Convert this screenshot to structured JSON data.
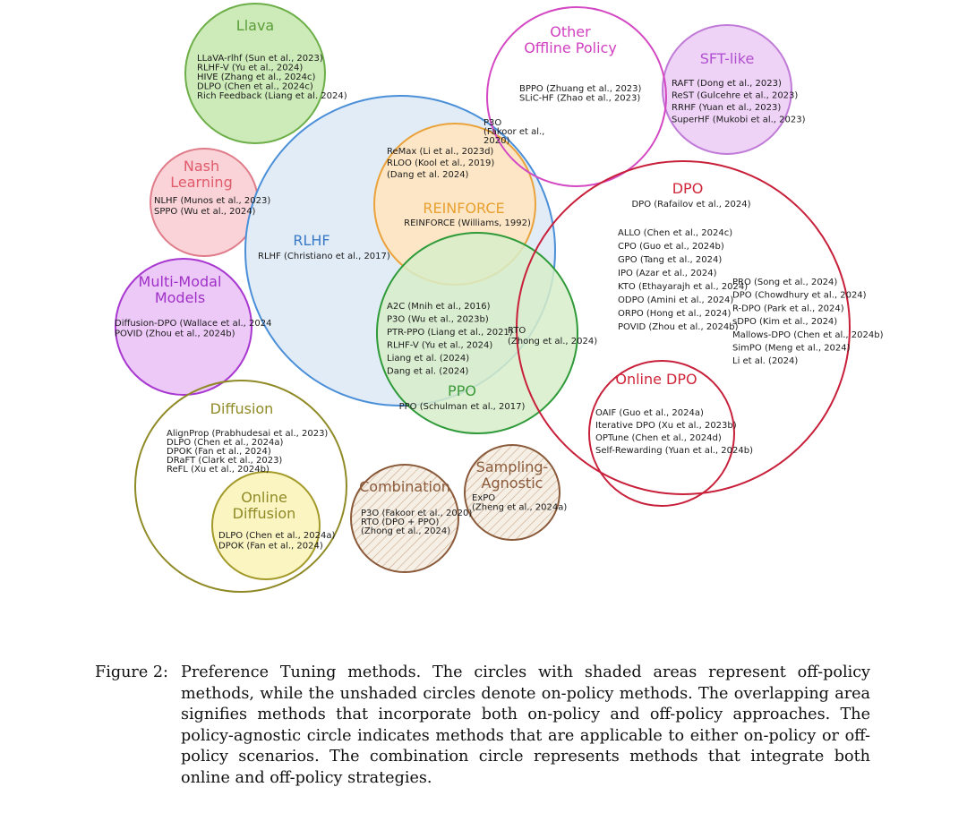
{
  "circles": [
    {
      "id": "llava",
      "title": "Llava",
      "title_color": "#5a9e3a",
      "items": [
        "LLaVA-rlhf (Sun et al., 2023)",
        "RLHF-V (Yu et al., 2024)",
        "HIVE (Zhang et al., 2024c)",
        "DLPO (Chen et al., 2024c)",
        "Rich Feedback (Liang et al. 2024)"
      ]
    },
    {
      "id": "other-offline",
      "title": [
        "Other",
        "Offline Policy"
      ],
      "title_color": "#d23fc0",
      "items": [
        "BPPO (Zhuang et al., 2023)",
        "SLiC-HF (Zhao et al., 2023)"
      ]
    },
    {
      "id": "sft-like",
      "title": "SFT-like",
      "title_color": "#b04fd0",
      "items": [
        "RAFT (Dong et al., 2023)",
        "ReST (Gulcehre et al., 2023)",
        "RRHF (Yuan et al., 2023)",
        "SuperHF (Mukobi et al., 2023)"
      ]
    },
    {
      "id": "nash",
      "title": [
        "Nash",
        "Learning"
      ],
      "title_color": "#e05a6a",
      "items": [
        "NLHF (Munos et al., 2023)",
        "SPPO (Wu et al., 2024)"
      ]
    },
    {
      "id": "rlhf",
      "title": "RLHF",
      "title_color": "#3a7bc8",
      "items": [
        "RLHF (Christiano et al., 2017)"
      ]
    },
    {
      "id": "reinforce",
      "title": "REINFORCE",
      "title_color": "#e8a030",
      "items": [
        "REINFORCE (Williams, 1992)"
      ],
      "extra": [
        "ReMax (Li et al., 2023d)",
        "RLOO (Kool et al., 2019)",
        "(Dang et al. 2024)"
      ]
    },
    {
      "id": "p3o-top",
      "items": [
        "P3O",
        "(Fakoor et al.,",
        "2020)"
      ]
    },
    {
      "id": "multimodal",
      "title": [
        "Multi-Modal",
        "Models"
      ],
      "title_color": "#a030c8",
      "items": [
        "Diffusion-DPO (Wallace et al., 2024",
        "POVID (Zhou et al., 2024b)"
      ]
    },
    {
      "id": "ppo",
      "title": "PPO",
      "title_color": "#3a9a3a",
      "items": [
        "PPO (Schulman et al., 2017)"
      ],
      "extra": [
        "A2C (Mnih et al., 2016)",
        "P3O (Wu et al., 2023b)",
        "PTR-PPO (Liang et al., 2021)",
        "RLHF-V (Yu et al., 2024)",
        "Liang et al. (2024)",
        "Dang et al. (2024)"
      ]
    },
    {
      "id": "rto",
      "items": [
        "RTO",
        "(Zhong et al., 2024)"
      ]
    },
    {
      "id": "dpo",
      "title": "DPO",
      "title_color": "#d0263a",
      "items": [
        "DPO (Rafailov et al., 2024)"
      ],
      "left_list": [
        "ALLO (Chen et al., 2024c)",
        "CPO (Guo et al., 2024b)",
        "GPO (Tang et al., 2024)",
        "IPO (Azar et al., 2024)",
        "KTO (Ethayarajh et al., 2024)",
        "ODPO (Amini et al., 2024)",
        "ORPO (Hong et al., 2024)",
        "POVID (Zhou et al., 2024b)"
      ],
      "right_list": [
        "PRO (Song et al., 2024)",
        "DPO (Chowdhury et al., 2024)",
        "R-DPO (Park et al., 2024)",
        "sDPO (Kim et al., 2024)",
        "Mallows-DPO (Chen et al., 2024b)",
        "SimPO (Meng et al., 2024)",
        "Li et al. (2024)"
      ]
    },
    {
      "id": "online-dpo",
      "title": "Online DPO",
      "title_color": "#d0263a",
      "items": [
        "OAIF (Guo et al., 2024a)",
        "Iterative DPO (Xu et al., 2023b)",
        "OPTune (Chen et al., 2024d)",
        "Self-Rewarding (Yuan et al., 2024b)"
      ]
    },
    {
      "id": "diffusion",
      "title": "Diffusion",
      "title_color": "#8f8a26",
      "items": [
        "AlignProp (Prabhudesai et al., 2023)",
        "DLPO (Chen et al., 2024a)",
        "DPOK (Fan et al., 2024)",
        "DRaFT (Clark et al., 2023)",
        "ReFL (Xu et al., 2024b)"
      ]
    },
    {
      "id": "online-diffusion",
      "title": [
        "Online",
        "Diffusion"
      ],
      "title_color": "#8f8a26",
      "items": [
        "DLPO (Chen et al., 2024a)",
        "DPOK (Fan et al., 2024)"
      ]
    },
    {
      "id": "combination",
      "title": "Combination",
      "title_color": "#8a5a3a",
      "items": [
        "P3O (Fakoor et al., 2020)",
        "RTO (DPO + PPO)",
        "(Zhong et al., 2024)"
      ]
    },
    {
      "id": "sampling-agnostic",
      "title": [
        "Sampling-",
        "Agnostic"
      ],
      "title_color": "#8a5a3a",
      "items": [
        "ExPO",
        "(Zheng et al., 2024a)"
      ]
    }
  ],
  "caption": {
    "label": "Figure 2:",
    "text": "Preference Tuning methods. The circles with shaded areas represent off-policy methods, while the unshaded circles denote on-policy methods. The overlapping area signifies methods that incorporate both on-policy and off-policy approaches. The policy-agnostic circle indicates methods that are applicable to either on-policy or off-policy scenarios. The combination circle represents methods that integrate both online and off-policy strategies."
  }
}
